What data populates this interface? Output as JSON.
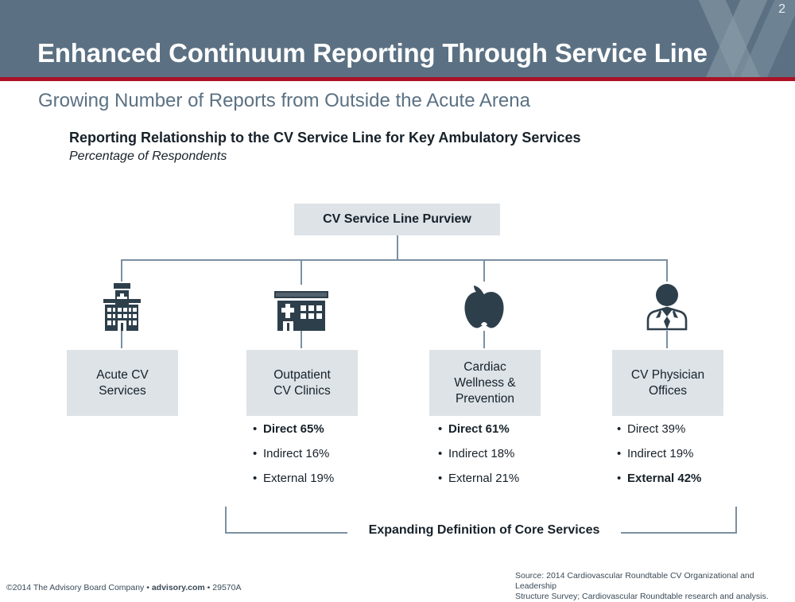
{
  "header": {
    "title": "Enhanced Continuum Reporting Through Service Line",
    "page_number": "2",
    "band_color": "#5b7183",
    "rule_color": "#ab1226"
  },
  "subtitle": "Growing Number of Reports from Outside the Acute Arena",
  "chart_heading": "Reporting Relationship to the CV Service Line for Key Ambulatory Services",
  "chart_subheading": "Percentage of Respondents",
  "diagram": {
    "root_label": "CV Service Line Purview",
    "bracket_label": "Expanding Definition of Core Services",
    "box_fill": "#dde3e7",
    "connector_color": "#7b90a2",
    "icon_color": "#2e3f4c",
    "nodes": [
      {
        "icon": "hospital-icon",
        "label": "Acute CV\nServices",
        "label_line1": "Acute CV",
        "label_line2": "Services",
        "label_line3": "",
        "bullets": []
      },
      {
        "icon": "clinic-icon",
        "label": "Outpatient\nCV Clinics",
        "label_line1": "Outpatient",
        "label_line2": "CV Clinics",
        "label_line3": "",
        "bullets": [
          {
            "text": "Direct 65%",
            "bold": true
          },
          {
            "text": "Indirect 16%",
            "bold": false
          },
          {
            "text": "External 19%",
            "bold": false
          }
        ]
      },
      {
        "icon": "apple-icon",
        "label": "Cardiac\nWellness &\nPrevention",
        "label_line1": "Cardiac",
        "label_line2": "Wellness &",
        "label_line3": "Prevention",
        "bullets": [
          {
            "text": "Direct 61%",
            "bold": true
          },
          {
            "text": "Indirect 18%",
            "bold": false
          },
          {
            "text": "External 21%",
            "bold": false
          }
        ]
      },
      {
        "icon": "physician-icon",
        "label": "CV Physician\nOffices",
        "label_line1": "CV Physician",
        "label_line2": "Offices",
        "label_line3": "",
        "bullets": [
          {
            "text": "Direct 39%",
            "bold": false
          },
          {
            "text": "Indirect 19%",
            "bold": false
          },
          {
            "text": "External 42%",
            "bold": true
          }
        ]
      }
    ]
  },
  "chart_data": {
    "type": "bar",
    "title": "Reporting Relationship to the CV Service Line for Key Ambulatory Services",
    "subtitle": "Percentage of Respondents",
    "categories": [
      "Outpatient CV Clinics",
      "Cardiac Wellness & Prevention",
      "CV Physician Offices"
    ],
    "series": [
      {
        "name": "Direct",
        "values": [
          65,
          61,
          39
        ]
      },
      {
        "name": "Indirect",
        "values": [
          16,
          18,
          19
        ]
      },
      {
        "name": "External",
        "values": [
          19,
          21,
          42
        ]
      }
    ],
    "xlabel": "",
    "ylabel": "Percentage of Respondents",
    "ylim": [
      0,
      100
    ],
    "highlighted": [
      "Direct 65%",
      "Direct 61%",
      "External 42%"
    ]
  },
  "footer": {
    "copyright_pre": "©2014 The Advisory Board Company • ",
    "copyright_brand": "advisory.com",
    "copyright_post": " • 29570A",
    "source_line1": "Source: 2014 Cardiovascular Roundtable CV Organizational and Leadership",
    "source_line2": "Structure Survey; Cardiovascular Roundtable research and analysis."
  }
}
